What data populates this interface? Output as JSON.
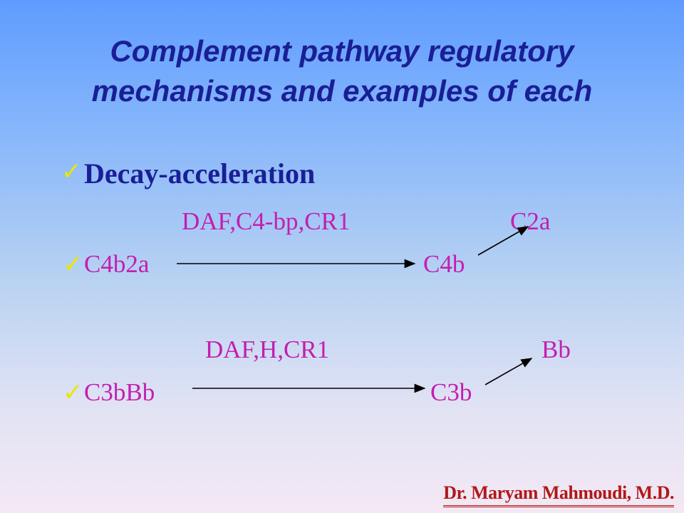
{
  "slide": {
    "title": "Complement pathway regulatory mechanisms and examples of each",
    "heading": "Decay-acceleration",
    "reaction1": {
      "enzymes": "DAF,C4-bp,CR1",
      "released": "C2a",
      "substrate": "C4b2a",
      "product": "C4b"
    },
    "reaction2": {
      "enzymes": "DAF,H,CR1",
      "released": "Bb",
      "substrate": "C3bBb",
      "product": "C3b"
    },
    "author": "Dr. Maryam Mahmoudi, M.D."
  },
  "colors": {
    "title": "#1a1f96",
    "magenta_text": "#c21fb0",
    "check": "#e8e800",
    "author": "#b01818"
  },
  "icons": [
    "checkmark-icon",
    "arrow-right-icon",
    "arrow-diagonal-icon"
  ]
}
